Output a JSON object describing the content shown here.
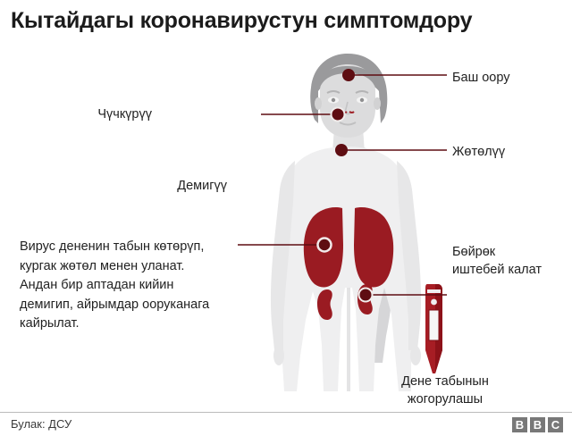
{
  "header": {
    "title": "Кытайдагы коронавирустун симптомдору"
  },
  "labels": {
    "headache": "Баш оору",
    "cough": "Жөтөлүү",
    "kidney": "Бөйрөк\nиштебей калат",
    "sneeze": "Чүчкүрүү",
    "breath": "Демигүү",
    "temperature": "Дене табынын\nжогорулашы"
  },
  "body_text": "Вирус дененин табын көтөрүп,\nкургак жөтөл менен уланат.\nАндан бир аптадан кийин\nдемигип, айрымдар ооруканага\nкайрылат.",
  "footer": {
    "source": "Булак: ДСУ",
    "logo_letters": [
      "B",
      "B",
      "C"
    ]
  },
  "colors": {
    "organ_red": "#9a1b22",
    "organ_red_dark": "#8d1219",
    "marker_dot": "#5e0d12",
    "leader_line": "#5e0d12",
    "body_light": "#efeff0",
    "body_shadow": "#d6d6d8",
    "hair_gray": "#9a9a9c",
    "face_skin": "#dcdcdd",
    "text": "#222222",
    "logo_gray": "#787878"
  }
}
